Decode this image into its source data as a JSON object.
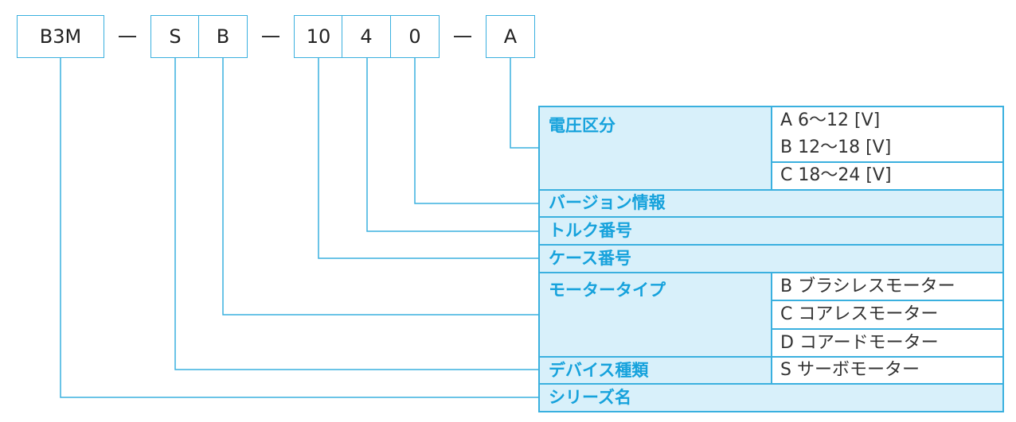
{
  "code": {
    "series": "B3M",
    "device": "S",
    "motor": "B",
    "case": "10",
    "torque": "4",
    "version": "0",
    "voltage": "A"
  },
  "table": {
    "voltage": {
      "label": "電圧区分",
      "options": [
        "A 6～12 [V]",
        "B 12～18 [V]",
        "C 18～24 [V]"
      ]
    },
    "version": {
      "label": "バージョン情報"
    },
    "torque": {
      "label": "トルク番号"
    },
    "case": {
      "label": "ケース番号"
    },
    "motor": {
      "label": "モータータイプ",
      "options": [
        "B ブラシレスモーター",
        "C コアレスモーター",
        "D コアードモーター"
      ]
    },
    "device": {
      "label": "デバイス種類",
      "options": [
        "S サーボモーター"
      ]
    },
    "series": {
      "label": "シリーズ名"
    }
  },
  "colors": {
    "accent": "#3ab0df",
    "label_bg": "#d8f0fa",
    "label_text": "#16a2dc"
  }
}
